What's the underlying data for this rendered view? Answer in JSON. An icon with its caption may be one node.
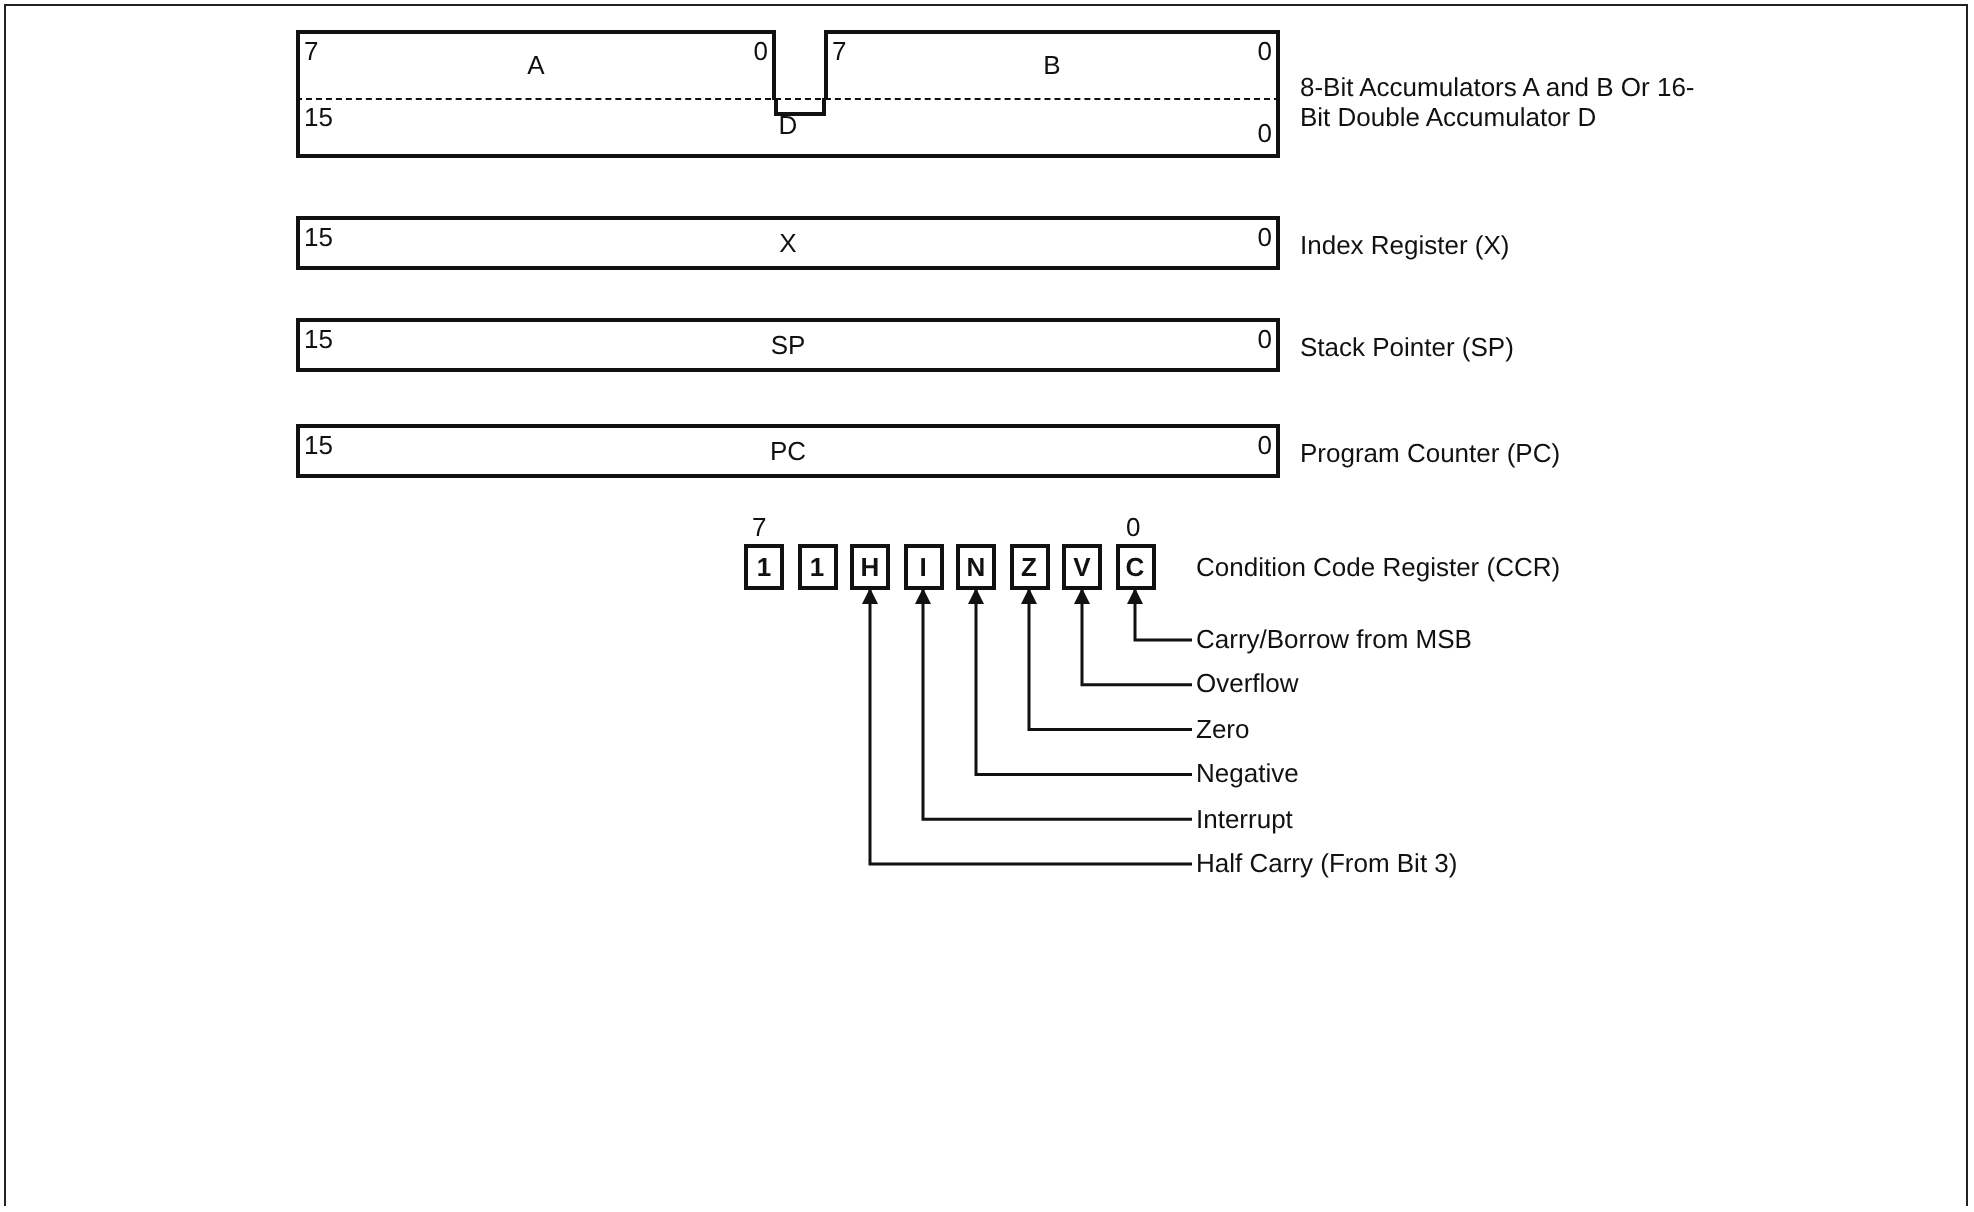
{
  "diagram": {
    "nodes": [
      {
        "text": [
          "7",
          "A",
          "0"
        ]
      },
      {
        "text": [
          "7",
          "B",
          "0"
        ]
      },
      {
        "text": [
          "15",
          "D",
          "0"
        ],
        "beside": [
          "8-Bit Accumulators A and B Or 16-Bit Double Accumulator D"
        ]
      },
      {
        "text": [
          "15",
          "X",
          "0"
        ],
        "beside": [
          "Index Register (X)"
        ]
      },
      {
        "text": [
          "15",
          "SP",
          "0"
        ],
        "beside": [
          "Stack Pointer (SP)"
        ]
      },
      {
        "text": [
          "15",
          "PC",
          "0"
        ],
        "beside": [
          "Program Counter (PC)"
        ]
      },
      {
        "text": [
          "1"
        ]
      },
      {
        "text": [
          "1"
        ]
      },
      {
        "text": [
          "H"
        ]
      },
      {
        "text": [
          "I"
        ]
      },
      {
        "text": [
          "N"
        ]
      },
      {
        "text": [
          "Z"
        ]
      },
      {
        "text": [
          "V"
        ]
      },
      {
        "text": [
          "C"
        ]
      },
      {
        "text": [
          "Carry/Borrow from MSB"
        ]
      },
      {
        "text": [
          "Overflow"
        ]
      },
      {
        "text": [
          "Zero"
        ]
      },
      {
        "text": [
          "Negative"
        ]
      },
      {
        "text": [
          "Interrupt"
        ]
      },
      {
        "text": [
          "Half Carry (From Bit 3)"
        ]
      }
    ],
    "edges": [
      {
        "from": 14,
        "to": 13,
        "arrow": "to"
      },
      {
        "from": 15,
        "to": 12,
        "arrow": "to"
      },
      {
        "from": 16,
        "to": 11,
        "arrow": "to"
      },
      {
        "from": 17,
        "to": 10,
        "arrow": "to"
      },
      {
        "from": 18,
        "to": 9,
        "arrow": "to"
      },
      {
        "from": 19,
        "to": 8,
        "arrow": "to"
      }
    ],
    "labels": [
      "7",
      "0",
      "Condition Code Register (CCR)"
    ]
  }
}
